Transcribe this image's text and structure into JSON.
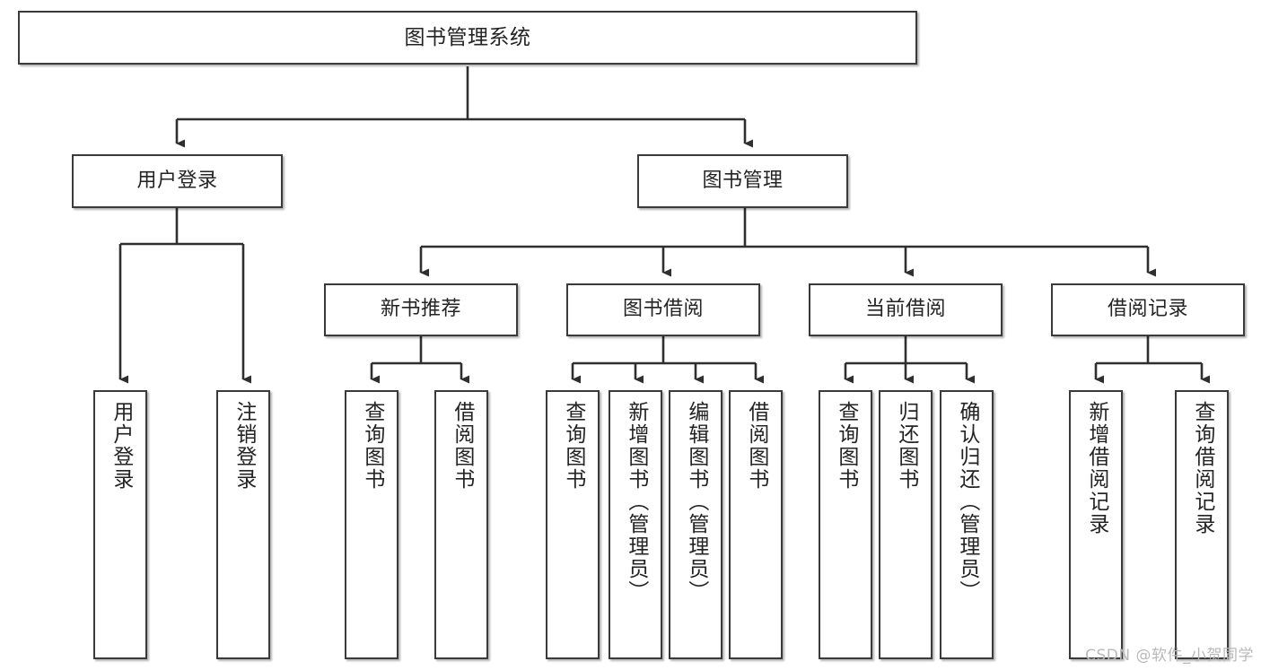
{
  "diagram": {
    "title": "图书管理系统",
    "type": "tree-hierarchy-diagram",
    "colors": {
      "node_border": "#3a3a3a",
      "node_fill": "#ffffff",
      "edge": "#2f2f2f",
      "text": "#232323",
      "watermark": "#b9b9b9"
    },
    "root": {
      "label": "图书管理系统"
    },
    "level2": [
      {
        "label": "用户登录"
      },
      {
        "label": "图书管理"
      }
    ],
    "level3": [
      {
        "label": "新书推荐"
      },
      {
        "label": "图书借阅"
      },
      {
        "label": "当前借阅"
      },
      {
        "label": "借阅记录"
      }
    ],
    "leaves": {
      "user_login": [
        {
          "label": "用户登录"
        },
        {
          "label": "注销登录"
        }
      ],
      "new_book_recommend": [
        {
          "label": "查询图书"
        },
        {
          "label": "借阅图书"
        }
      ],
      "book_borrow": [
        {
          "label": "查询图书"
        },
        {
          "label": "新增图书（管理员）"
        },
        {
          "label": "编辑图书（管理员）"
        },
        {
          "label": "借阅图书"
        }
      ],
      "current_borrow": [
        {
          "label": "查询图书"
        },
        {
          "label": "归还图书"
        },
        {
          "label": "确认归还（管理员）"
        }
      ],
      "borrow_record": [
        {
          "label": "新增借阅记录"
        },
        {
          "label": "查询借阅记录"
        }
      ]
    }
  },
  "watermark": {
    "text": "CSDN @软件_小贺同学"
  }
}
